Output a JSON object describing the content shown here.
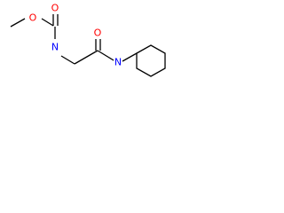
{
  "atoms": {
    "ester_oxygen": {
      "symbol": "O",
      "color": "#ff0000"
    },
    "carbamate_carbonyl_oxygen": {
      "symbol": "O",
      "color": "#ff0000"
    },
    "carbamate_nitrogen": {
      "symbol": "N",
      "color": "#0000ff"
    },
    "amide_oxygen": {
      "symbol": "O",
      "color": "#ff0000"
    },
    "amide_nitrogen": {
      "symbol": "N",
      "color": "#0000ff"
    }
  },
  "bond_color": "#000000"
}
